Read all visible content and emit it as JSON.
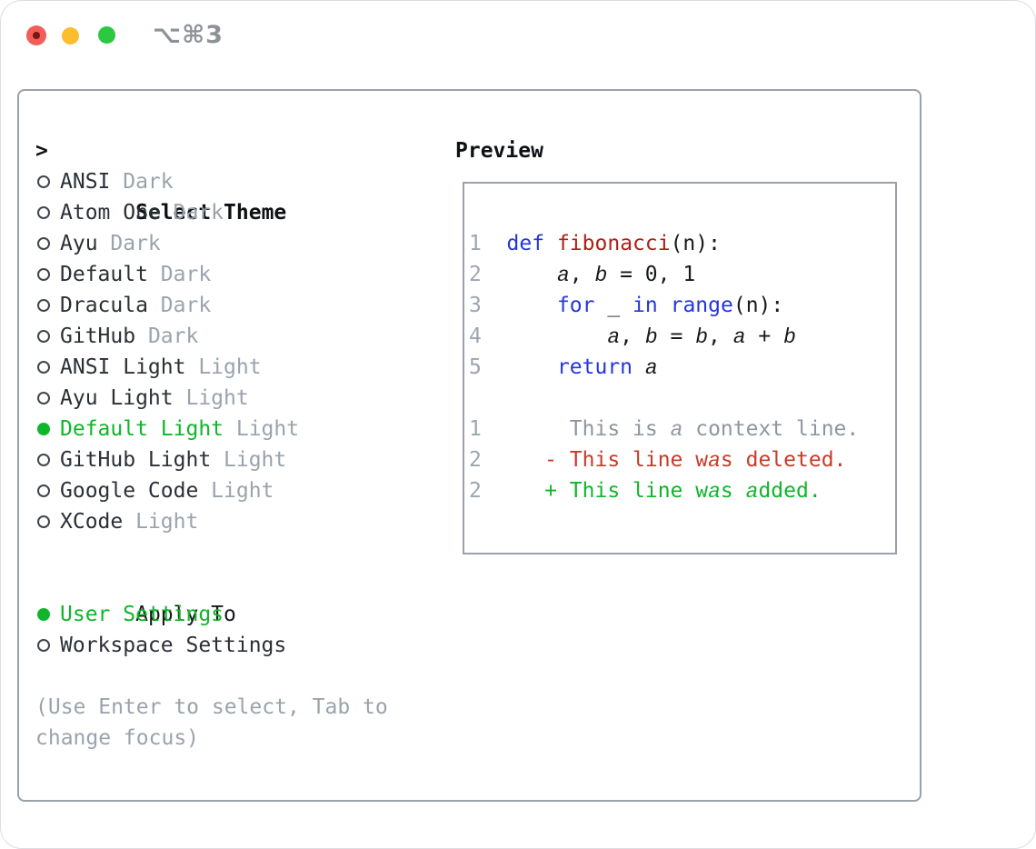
{
  "window": {
    "title": "⌥⌘3",
    "buttons": [
      "close-button",
      "minimize-button",
      "zoom-button"
    ]
  },
  "colors": {
    "window_border": "#dadde1",
    "border_gray": "#99a1ab",
    "header_black": "#0e1114",
    "text_dark": "#2b3036",
    "muted": "#9aa3ad",
    "green": "#0fb62a",
    "red_del": "#c93a28",
    "kw_blue": "#2336e0",
    "fn_red": "#b01f16",
    "code_text": "#17191c",
    "ctx_gray": "#8f969e",
    "ln_gray": "#9ca6b0",
    "traffic_red": "#f15e57",
    "traffic_dot": "#7a1512",
    "traffic_yellow": "#fcbd2f",
    "traffic_green": "#2bc840",
    "title_gray": "#8d9298"
  },
  "panel": {
    "theme_picker": {
      "header_marker": ">",
      "header": "Select Theme",
      "items": [
        {
          "name": "ANSI",
          "variant": "Dark",
          "selected": false
        },
        {
          "name": "Atom One",
          "variant": "Dark",
          "selected": false
        },
        {
          "name": "Ayu",
          "variant": "Dark",
          "selected": false
        },
        {
          "name": "Default",
          "variant": "Dark",
          "selected": false
        },
        {
          "name": "Dracula",
          "variant": "Dark",
          "selected": false
        },
        {
          "name": "GitHub",
          "variant": "Dark",
          "selected": false
        },
        {
          "name": "ANSI Light",
          "variant": "Light",
          "selected": false
        },
        {
          "name": "Ayu Light",
          "variant": "Light",
          "selected": false
        },
        {
          "name": "Default Light",
          "variant": "Light",
          "selected": true
        },
        {
          "name": "GitHub Light",
          "variant": "Light",
          "selected": false
        },
        {
          "name": "Google Code",
          "variant": "Light",
          "selected": false
        },
        {
          "name": "XCode",
          "variant": "Light",
          "selected": false
        }
      ]
    },
    "apply_to": {
      "header": "Apply To",
      "items": [
        {
          "name": "User Settings",
          "selected": true
        },
        {
          "name": "Workspace Settings",
          "selected": false
        }
      ]
    },
    "hint_lines": [
      "(Use Enter to select, Tab to",
      "change focus)"
    ],
    "preview": {
      "header": "Preview",
      "lines": [
        {
          "n": "1",
          "t": [
            [
              "def",
              "kw"
            ],
            [
              " ",
              ""
            ],
            [
              "fibonacci",
              "fn"
            ],
            [
              "(n):",
              ""
            ]
          ]
        },
        {
          "n": "2",
          "t": [
            [
              "    ",
              ""
            ],
            [
              "a",
              "it"
            ],
            [
              ", ",
              ""
            ],
            [
              "b",
              "it"
            ],
            [
              " = 0, 1",
              ""
            ]
          ]
        },
        {
          "n": "3",
          "t": [
            [
              "    ",
              ""
            ],
            [
              "for",
              "kw"
            ],
            [
              " _ ",
              ""
            ],
            [
              "in",
              "kw"
            ],
            [
              " ",
              ""
            ],
            [
              "range",
              "kw"
            ],
            [
              "(n):",
              ""
            ]
          ]
        },
        {
          "n": "4",
          "t": [
            [
              "        ",
              ""
            ],
            [
              "a",
              "it"
            ],
            [
              ", ",
              ""
            ],
            [
              "b",
              "it"
            ],
            [
              " = ",
              ""
            ],
            [
              "b",
              "it"
            ],
            [
              ", ",
              ""
            ],
            [
              "a",
              "it"
            ],
            [
              " + ",
              ""
            ],
            [
              "b",
              "it"
            ]
          ]
        },
        {
          "n": "5",
          "t": [
            [
              "    ",
              ""
            ],
            [
              "return",
              "kw"
            ],
            [
              " ",
              ""
            ],
            [
              "a",
              "it"
            ]
          ]
        },
        {
          "n": "",
          "t": []
        },
        {
          "n": "1",
          "t": [
            [
              "     This is ",
              "ctx"
            ],
            [
              "a",
              "ctx it"
            ],
            [
              " context line.",
              "ctx"
            ]
          ]
        },
        {
          "n": "2",
          "t": [
            [
              "   - This line w",
              "del"
            ],
            [
              "a",
              "del it"
            ],
            [
              "s deleted.",
              "del"
            ]
          ]
        },
        {
          "n": "2",
          "t": [
            [
              "   + This line w",
              "add"
            ],
            [
              "a",
              "add it"
            ],
            [
              "s ",
              "add"
            ],
            [
              "a",
              "add it"
            ],
            [
              "dded.",
              "add"
            ]
          ]
        }
      ]
    }
  }
}
